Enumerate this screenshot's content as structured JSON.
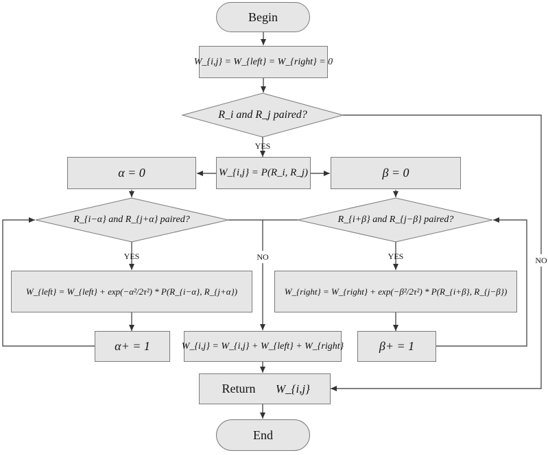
{
  "terminals": {
    "begin": "Begin",
    "end": "End"
  },
  "processes": {
    "init": "W_{i,j} = W_{left} = W_{right} = 0",
    "pair_prob": "W_{i,j} = P(R_i, R_j)",
    "alpha_init": "α = 0",
    "beta_init": "β = 0",
    "w_left_update": "W_{left} = W_{left} + exp(−α²/2τ²) * P(R_{i−α}, R_{j+α})",
    "w_right_update": "W_{right} = W_{right} + exp(−β²/2τ²) * P(R_{i+β}, R_{j−β})",
    "alpha_increment": "α+ = 1",
    "beta_increment": "β+ = 1",
    "w_sum": "W_{i,j} = W_{i,j} + W_{left} + W_{right}",
    "return_label": "Return",
    "return_var": "W_{i,j}"
  },
  "decisions": {
    "main": "R_i and R_j paired?",
    "left": "R_{i−α} and R_{j+α} paired?",
    "right": "R_{i+β} and R_{j−β} paired?"
  },
  "edge_labels": {
    "yes_main": "YES",
    "yes_left": "YES",
    "yes_right": "YES",
    "no_center": "NO",
    "no_right": "NO"
  },
  "colors": {
    "fill": "#e6e6e6",
    "stroke": "#7a7a7a",
    "line": "#333333"
  }
}
